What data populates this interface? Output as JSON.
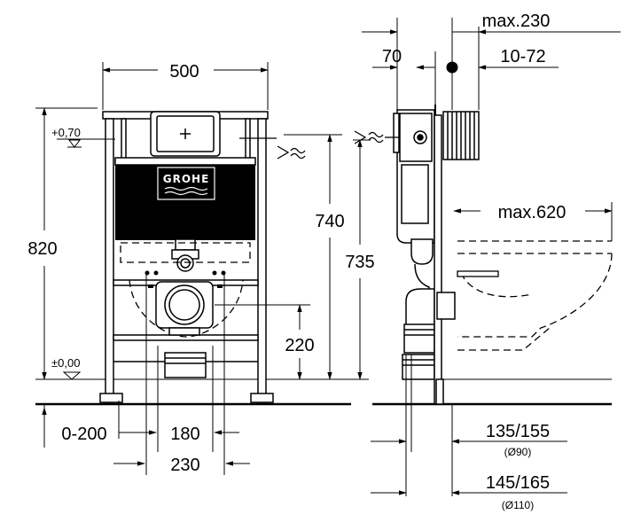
{
  "brand": "GROHE",
  "front_view": {
    "width_top": "500",
    "height_total": "820",
    "level_upper": "+0,70",
    "level_floor": "±0,00",
    "height_740": "740",
    "height_735": "735",
    "height_220": "220",
    "offset": "0-200",
    "width_180": "180",
    "width_230": "230"
  },
  "side_view": {
    "max_230": "max.230",
    "dim_70": "70",
    "dim_10_72": "10-72",
    "max_620": "max.620",
    "pipe_small": "135/155",
    "pipe_small_diameter": "(Ø90)",
    "pipe_large": "145/165",
    "pipe_large_diameter": "(Ø110)"
  }
}
